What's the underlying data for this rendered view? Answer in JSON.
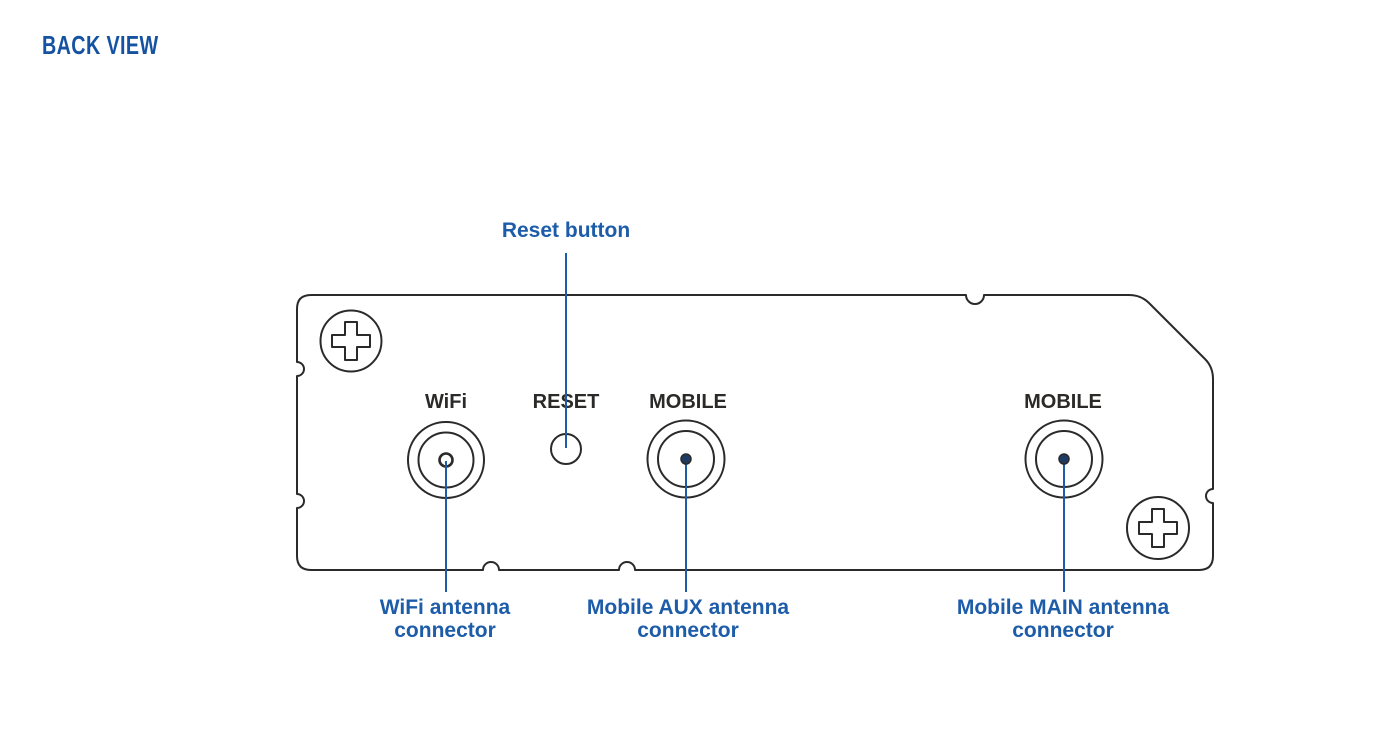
{
  "title": "BACK VIEW",
  "colors": {
    "blue": "#1d5ca8",
    "title_blue": "#1553a2",
    "outline": "#2b2a29",
    "dot": "#1d3b63",
    "bg": "#ffffff"
  },
  "device": {
    "labels": {
      "wifi": "WiFi",
      "reset": "RESET",
      "mobile_aux": "MOBILE",
      "mobile_main": "MOBILE"
    }
  },
  "callouts": {
    "reset": {
      "label": "Reset button"
    },
    "wifi": {
      "line1": "WiFi antenna",
      "line2": "connector"
    },
    "mobile_aux": {
      "line1": "Mobile AUX antenna",
      "line2": "connector"
    },
    "mobile_main": {
      "line1": "Mobile MAIN antenna",
      "line2": "connector"
    }
  }
}
